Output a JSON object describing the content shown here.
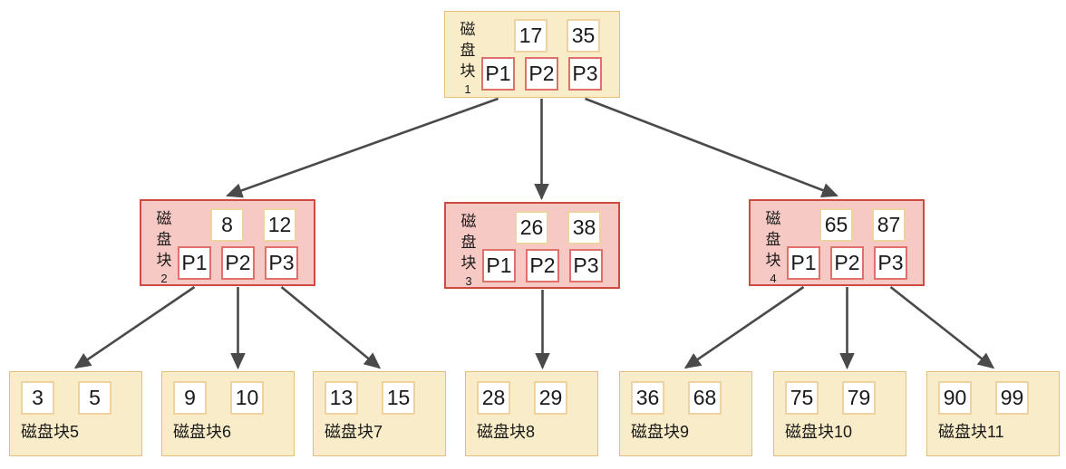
{
  "diagram": {
    "type": "b-tree-disk-block-index",
    "colors": {
      "leaf_fill": "#F9ECC8",
      "leaf_border": "#E2BE7F",
      "branch_fill": "#F6C9C4",
      "branch_border": "#CE4B41",
      "key_box_border": "#EFD2A2",
      "pointer_box_border": "#E0716A",
      "arrow": "#4A4A4A"
    },
    "nodes": {
      "block1": {
        "label": "磁盘块",
        "number": "1",
        "keys": [
          "17",
          "35"
        ],
        "pointers": [
          "P1",
          "P2",
          "P3"
        ]
      },
      "block2": {
        "label": "磁盘块",
        "number": "2",
        "keys": [
          "8",
          "12"
        ],
        "pointers": [
          "P1",
          "P2",
          "P3"
        ]
      },
      "block3": {
        "label": "磁盘块",
        "number": "3",
        "keys": [
          "26",
          "38"
        ],
        "pointers": [
          "P1",
          "P2",
          "P3"
        ]
      },
      "block4": {
        "label": "磁盘块",
        "number": "4",
        "keys": [
          "65",
          "87"
        ],
        "pointers": [
          "P1",
          "P2",
          "P3"
        ]
      },
      "block5": {
        "label": "磁盘块5",
        "keys": [
          "3",
          "5"
        ]
      },
      "block6": {
        "label": "磁盘块6",
        "keys": [
          "9",
          "10"
        ]
      },
      "block7": {
        "label": "磁盘块7",
        "keys": [
          "13",
          "15"
        ]
      },
      "block8": {
        "label": "磁盘块8",
        "keys": [
          "28",
          "29"
        ]
      },
      "block9": {
        "label": "磁盘块9",
        "keys": [
          "36",
          "68"
        ]
      },
      "block10": {
        "label": "磁盘块10",
        "keys": [
          "75",
          "79"
        ]
      },
      "block11": {
        "label": "磁盘块11",
        "keys": [
          "90",
          "99"
        ]
      }
    },
    "edges": [
      {
        "from": "block1",
        "pointer": 0,
        "to": "block2"
      },
      {
        "from": "block1",
        "pointer": 1,
        "to": "block3"
      },
      {
        "from": "block1",
        "pointer": 2,
        "to": "block4"
      },
      {
        "from": "block2",
        "pointer": 0,
        "to": "block5"
      },
      {
        "from": "block2",
        "pointer": 1,
        "to": "block6"
      },
      {
        "from": "block2",
        "pointer": 2,
        "to": "block7"
      },
      {
        "from": "block3",
        "pointer": 1,
        "to": "block8"
      },
      {
        "from": "block4",
        "pointer": 0,
        "to": "block9"
      },
      {
        "from": "block4",
        "pointer": 1,
        "to": "block10"
      },
      {
        "from": "block4",
        "pointer": 2,
        "to": "block11"
      }
    ]
  }
}
